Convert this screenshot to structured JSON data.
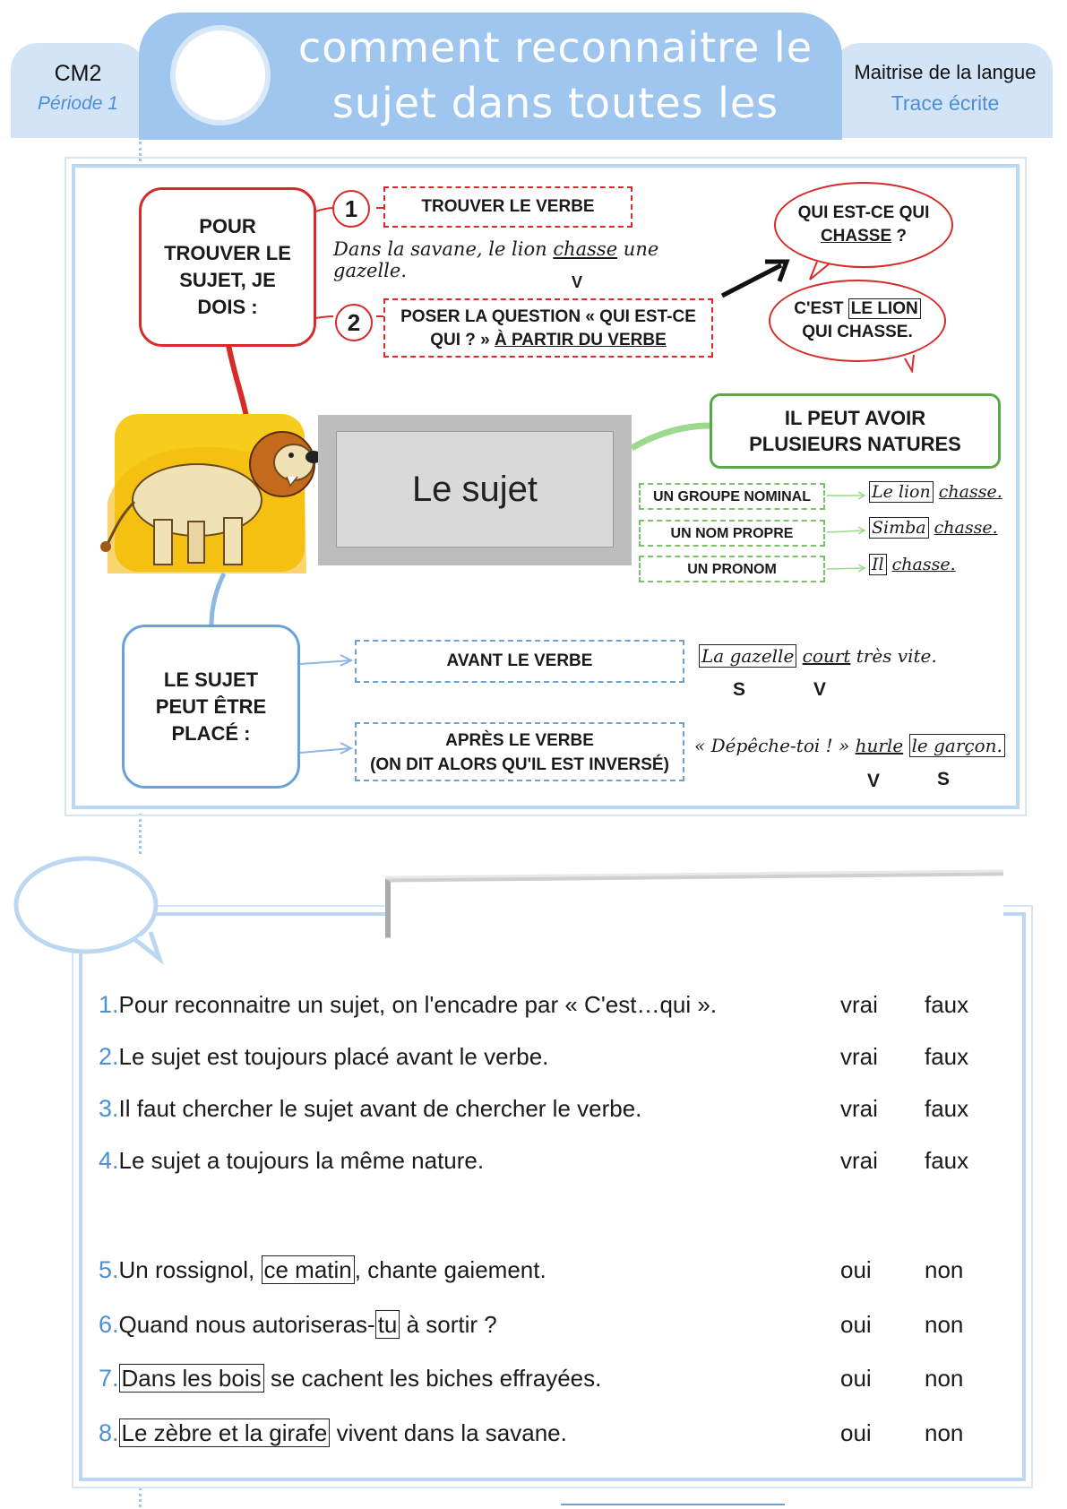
{
  "header": {
    "level": "CM2",
    "period": "Période 1",
    "title_line1": "comment reconnaitre le",
    "title_line2": "sujet dans toutes les phrases ?",
    "subject": "Maitrise de la langue",
    "doc_type": "Trace écrite"
  },
  "map": {
    "pour_trouver": "POUR TROUVER LE SUJET, JE DOIS :",
    "step1_num": "1",
    "step1_label": "TROUVER LE VERBE",
    "example_pre": "Dans la savane, le lion ",
    "example_verb": "chasse",
    "example_post": " une gazelle.",
    "example_v": "V",
    "step2_num": "2",
    "step2_label_a": "POSER LA QUESTION « QUI EST-CE",
    "step2_label_b": "QUI ? » ",
    "step2_label_c": "À PARTIR DU VERBE",
    "bubble_q_a": "QUI EST-CE QUI",
    "bubble_q_b": "CHASSE",
    "bubble_q_c": " ?",
    "bubble_a_pre": "C'EST ",
    "bubble_a_box": "LE LION",
    "bubble_a_post": " QUI CHASSE.",
    "center_label": "Le sujet",
    "natures_title": "IL PEUT AVOIR PLUSIEURS NATURES",
    "natures": [
      {
        "label": "UN GROUPE NOMINAL",
        "subject": "Le lion",
        "verb": "chasse."
      },
      {
        "label": "UN NOM PROPRE",
        "subject": "Simba",
        "verb": "chasse."
      },
      {
        "label": "UN PRONOM",
        "subject": "Il",
        "verb": "chasse."
      }
    ],
    "place_title": "LE SUJET PEUT ÊTRE PLACÉ :",
    "before_label": "AVANT LE VERBE",
    "before_ex_subject": "La gazelle",
    "before_ex_verb": "court",
    "before_ex_post": " très vite.",
    "before_s": "S",
    "before_v": "V",
    "after_label_a": "APRÈS LE VERBE",
    "after_label_b": "(ON DIT ALORS QU'IL EST INVERSÉ)",
    "after_ex_pre": "« Dépêche-toi ! » ",
    "after_ex_verb": "hurle",
    "after_ex_subject": "le garçon.",
    "after_v": "V",
    "after_s": "S"
  },
  "exercise": {
    "vf_rows": [
      {
        "num": "1.",
        "text": "Pour reconnaitre un sujet, on l'encadre par « C'est…qui ».",
        "a": "vrai",
        "b": "faux"
      },
      {
        "num": "2.",
        "text": "Le sujet est toujours placé avant le verbe.",
        "a": "vrai",
        "b": "faux"
      },
      {
        "num": "3.",
        "text": "Il faut chercher le sujet avant de chercher le verbe.",
        "a": "vrai",
        "b": "faux"
      },
      {
        "num": "4.",
        "text": "Le sujet a toujours la même nature.",
        "a": "vrai",
        "b": "faux"
      }
    ],
    "on_rows": [
      {
        "num": "5.",
        "pre": "Un rossignol, ",
        "boxed": "ce matin",
        "post": ", chante gaiement.",
        "a": "oui",
        "b": "non"
      },
      {
        "num": "6.",
        "pre": "Quand nous autoriseras-",
        "boxed": "tu",
        "post": " à sortir ?",
        "a": "oui",
        "b": "non"
      },
      {
        "num": "7.",
        "pre": "",
        "boxed": "Dans les bois",
        "post": " se cachent les biches effrayées.",
        "a": "oui",
        "b": "non"
      },
      {
        "num": "8.",
        "pre": "",
        "boxed": "Le zèbre et la girafe",
        "post": " vivent dans la savane.",
        "a": "oui",
        "b": "non"
      }
    ]
  },
  "colors": {
    "header_blue": "#9ec6ef",
    "light_blue": "#d3e4f6",
    "accent_blue": "#4b8fd6",
    "red": "#d62b2b",
    "green": "#5aa84a"
  },
  "icons": [
    "lion-illustration",
    "arrow-icon"
  ]
}
